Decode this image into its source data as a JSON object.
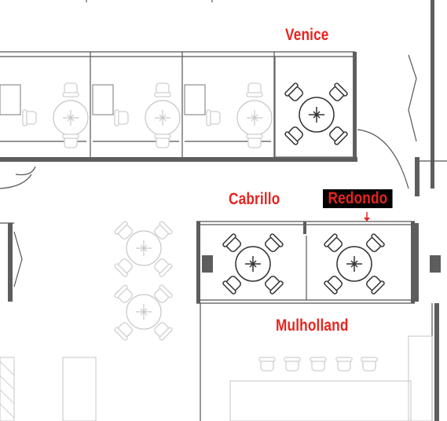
{
  "rooms": {
    "venice": {
      "label": "Venice",
      "interactive": true
    },
    "cabrillo": {
      "label": "Cabrillo",
      "interactive": true
    },
    "redondo": {
      "label": "Redondo",
      "interactive": true,
      "selected": true
    },
    "mulholland": {
      "label": "Mulholland",
      "interactive": true
    }
  },
  "colors": {
    "label": "#e8231f",
    "selected_bg": "#000000",
    "wall": "#5d5d5d",
    "furniture": "#333333",
    "faded_furniture": "#cfcfcf"
  },
  "icons": {
    "selection_marker": "arrow-down-icon"
  }
}
